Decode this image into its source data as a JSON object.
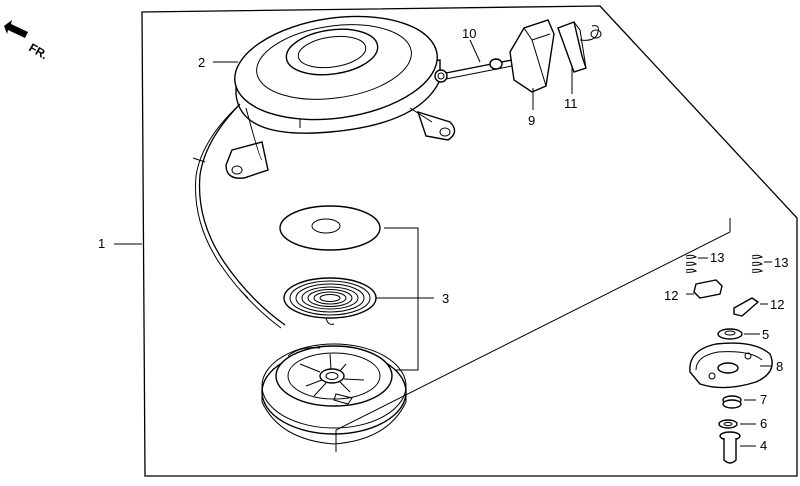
{
  "direction_indicator": {
    "label": "FR.",
    "icon": "arrow-up-left-icon"
  },
  "callouts": [
    {
      "id": "1",
      "text": "1"
    },
    {
      "id": "2",
      "text": "2"
    },
    {
      "id": "3",
      "text": "3"
    },
    {
      "id": "4",
      "text": "4"
    },
    {
      "id": "5",
      "text": "5"
    },
    {
      "id": "6",
      "text": "6"
    },
    {
      "id": "7",
      "text": "7"
    },
    {
      "id": "8",
      "text": "8"
    },
    {
      "id": "9",
      "text": "9"
    },
    {
      "id": "10",
      "text": "10"
    },
    {
      "id": "11",
      "text": "11"
    },
    {
      "id": "12a",
      "text": "12"
    },
    {
      "id": "12b",
      "text": "12"
    },
    {
      "id": "13a",
      "text": "13"
    },
    {
      "id": "13b",
      "text": "13"
    }
  ],
  "parts": [
    {
      "name": "recoil-housing"
    },
    {
      "name": "starter-rope"
    },
    {
      "name": "rope-grip"
    },
    {
      "name": "rope-guide"
    },
    {
      "name": "spring-washer-plate"
    },
    {
      "name": "recoil-spring"
    },
    {
      "name": "rope-pulley"
    },
    {
      "name": "ratchet-guide"
    },
    {
      "name": "friction-plate"
    },
    {
      "name": "ratchet-pawl"
    },
    {
      "name": "pawl-spring"
    },
    {
      "name": "washer"
    },
    {
      "name": "friction-spring"
    },
    {
      "name": "setting-collar"
    }
  ]
}
